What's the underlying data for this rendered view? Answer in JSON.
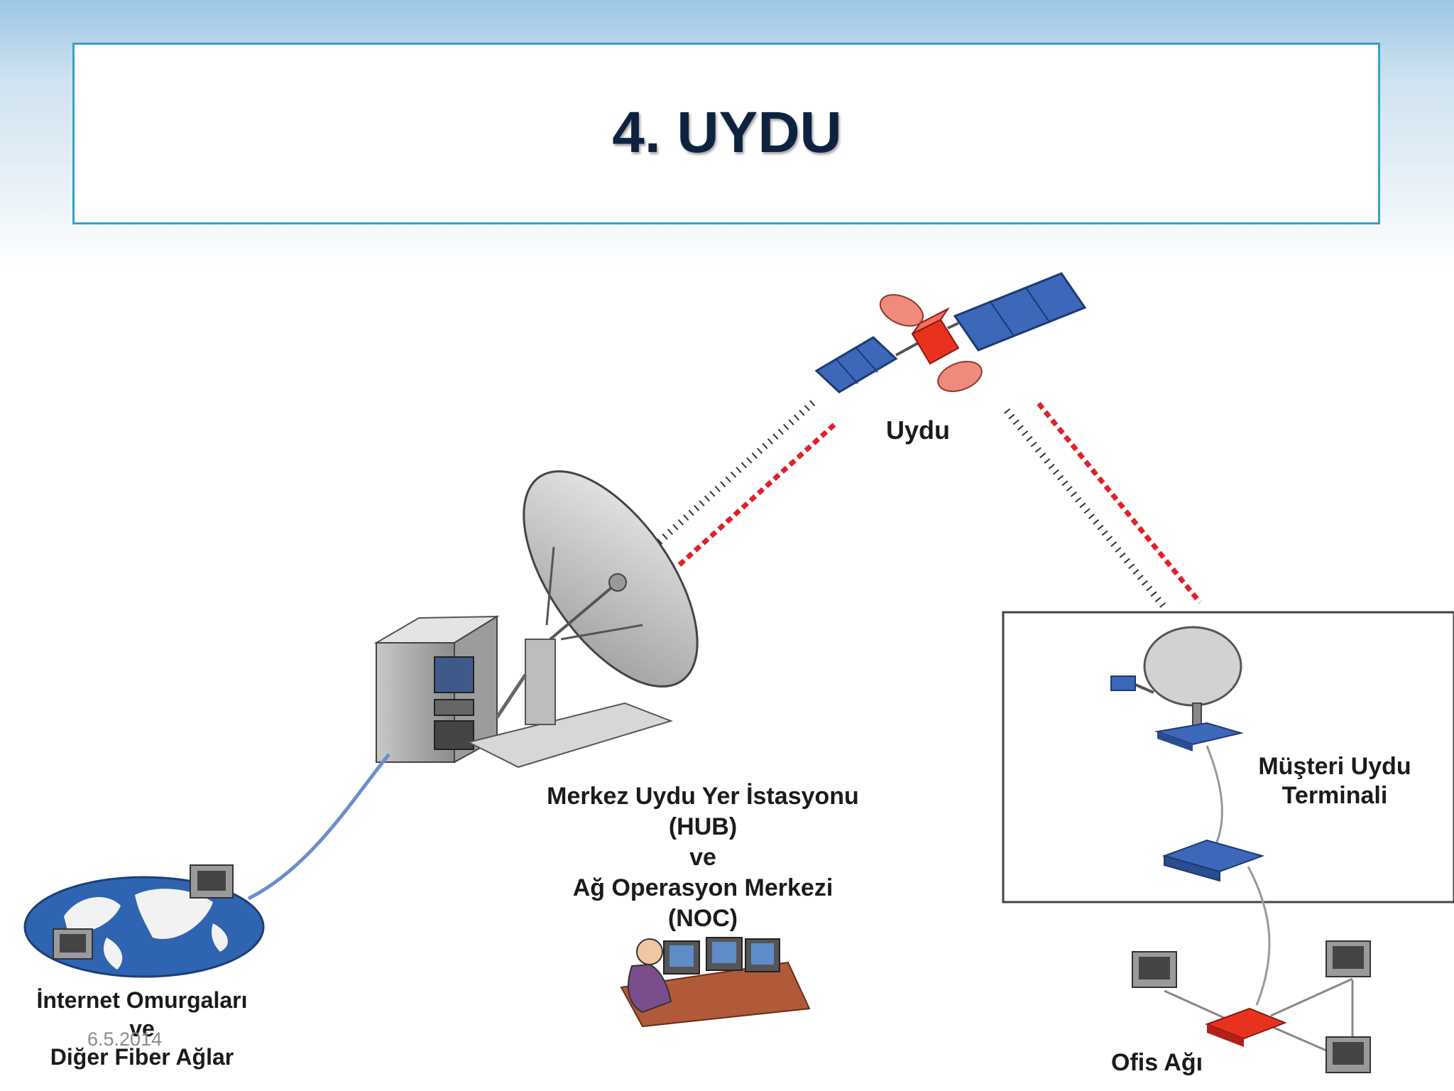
{
  "title": "4. UYDU",
  "footer_date": "6.5.2014",
  "labels": {
    "satellite": "Uydu",
    "hub_line1": "Merkez Uydu Yer İstasyonu",
    "hub_line2": "(HUB)",
    "hub_line3": "ve",
    "hub_line4": "Ağ Operasyon Merkezi",
    "hub_line5": "(NOC)",
    "terminal_line1": "Müşteri Uydu",
    "terminal_line2": "Terminali",
    "internet_line1": "İnternet Omurgaları",
    "internet_line2": "ve",
    "internet_line3": "Diğer Fiber Ağlar",
    "office": "Ofis Ağı"
  },
  "colors": {
    "title_text": "#0e2240",
    "title_border": "#35a2c9",
    "signal_red": "#e0202a",
    "solar_panel": "#3d67b8",
    "satellite_body": "#e8321e",
    "globe": "#2f64b0"
  }
}
